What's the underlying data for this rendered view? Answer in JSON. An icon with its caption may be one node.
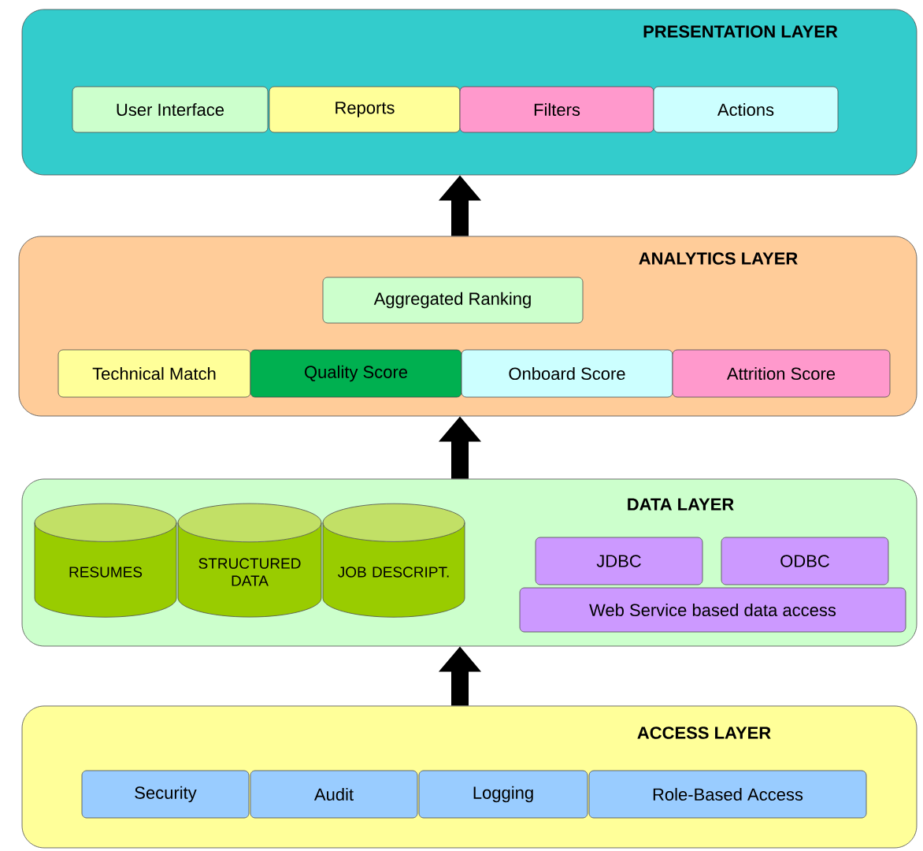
{
  "diagram": {
    "nodes": [
      {
        "text": [
          "PRESENTATION LAYER"
        ]
      },
      {
        "text": [
          "User Interface"
        ],
        "in": 0
      },
      {
        "text": [
          "Reports"
        ],
        "in": 0
      },
      {
        "text": [
          "Filters"
        ],
        "in": 0
      },
      {
        "text": [
          "Actions"
        ],
        "in": 0
      },
      {
        "text": [
          "ANALYTICS LAYER"
        ]
      },
      {
        "text": [
          "Aggregated Ranking"
        ],
        "in": 5
      },
      {
        "text": [
          "Technical Match"
        ],
        "in": 5
      },
      {
        "text": [
          "Quality Score"
        ],
        "in": 5
      },
      {
        "text": [
          "Onboard Score"
        ],
        "in": 5
      },
      {
        "text": [
          "Attrition Score"
        ],
        "in": 5
      },
      {
        "text": [
          "DATA LAYER"
        ]
      },
      {
        "text": [
          "RESUMES"
        ],
        "in": 11
      },
      {
        "text": [
          "STRUCTURED DATA"
        ],
        "in": 11
      },
      {
        "text": [
          "JOB DESCRIPT."
        ],
        "in": 11
      },
      {
        "text": [
          "JDBC"
        ],
        "in": 11
      },
      {
        "text": [
          "ODBC"
        ],
        "in": 11
      },
      {
        "text": [
          "Web Service based data access"
        ],
        "in": 11
      },
      {
        "text": [
          "ACCESS LAYER"
        ]
      },
      {
        "text": [
          "Security"
        ],
        "in": 18
      },
      {
        "text": [
          "Audit"
        ],
        "in": 18
      },
      {
        "text": [
          "Logging"
        ],
        "in": 18
      },
      {
        "text": [
          "Role-Based Access"
        ],
        "in": 18
      }
    ],
    "edges": [
      {
        "from": 18,
        "to": 11,
        "arrow": "to"
      },
      {
        "from": 11,
        "to": 5,
        "arrow": "to"
      },
      {
        "from": 5,
        "to": 0,
        "arrow": "to"
      }
    ]
  }
}
